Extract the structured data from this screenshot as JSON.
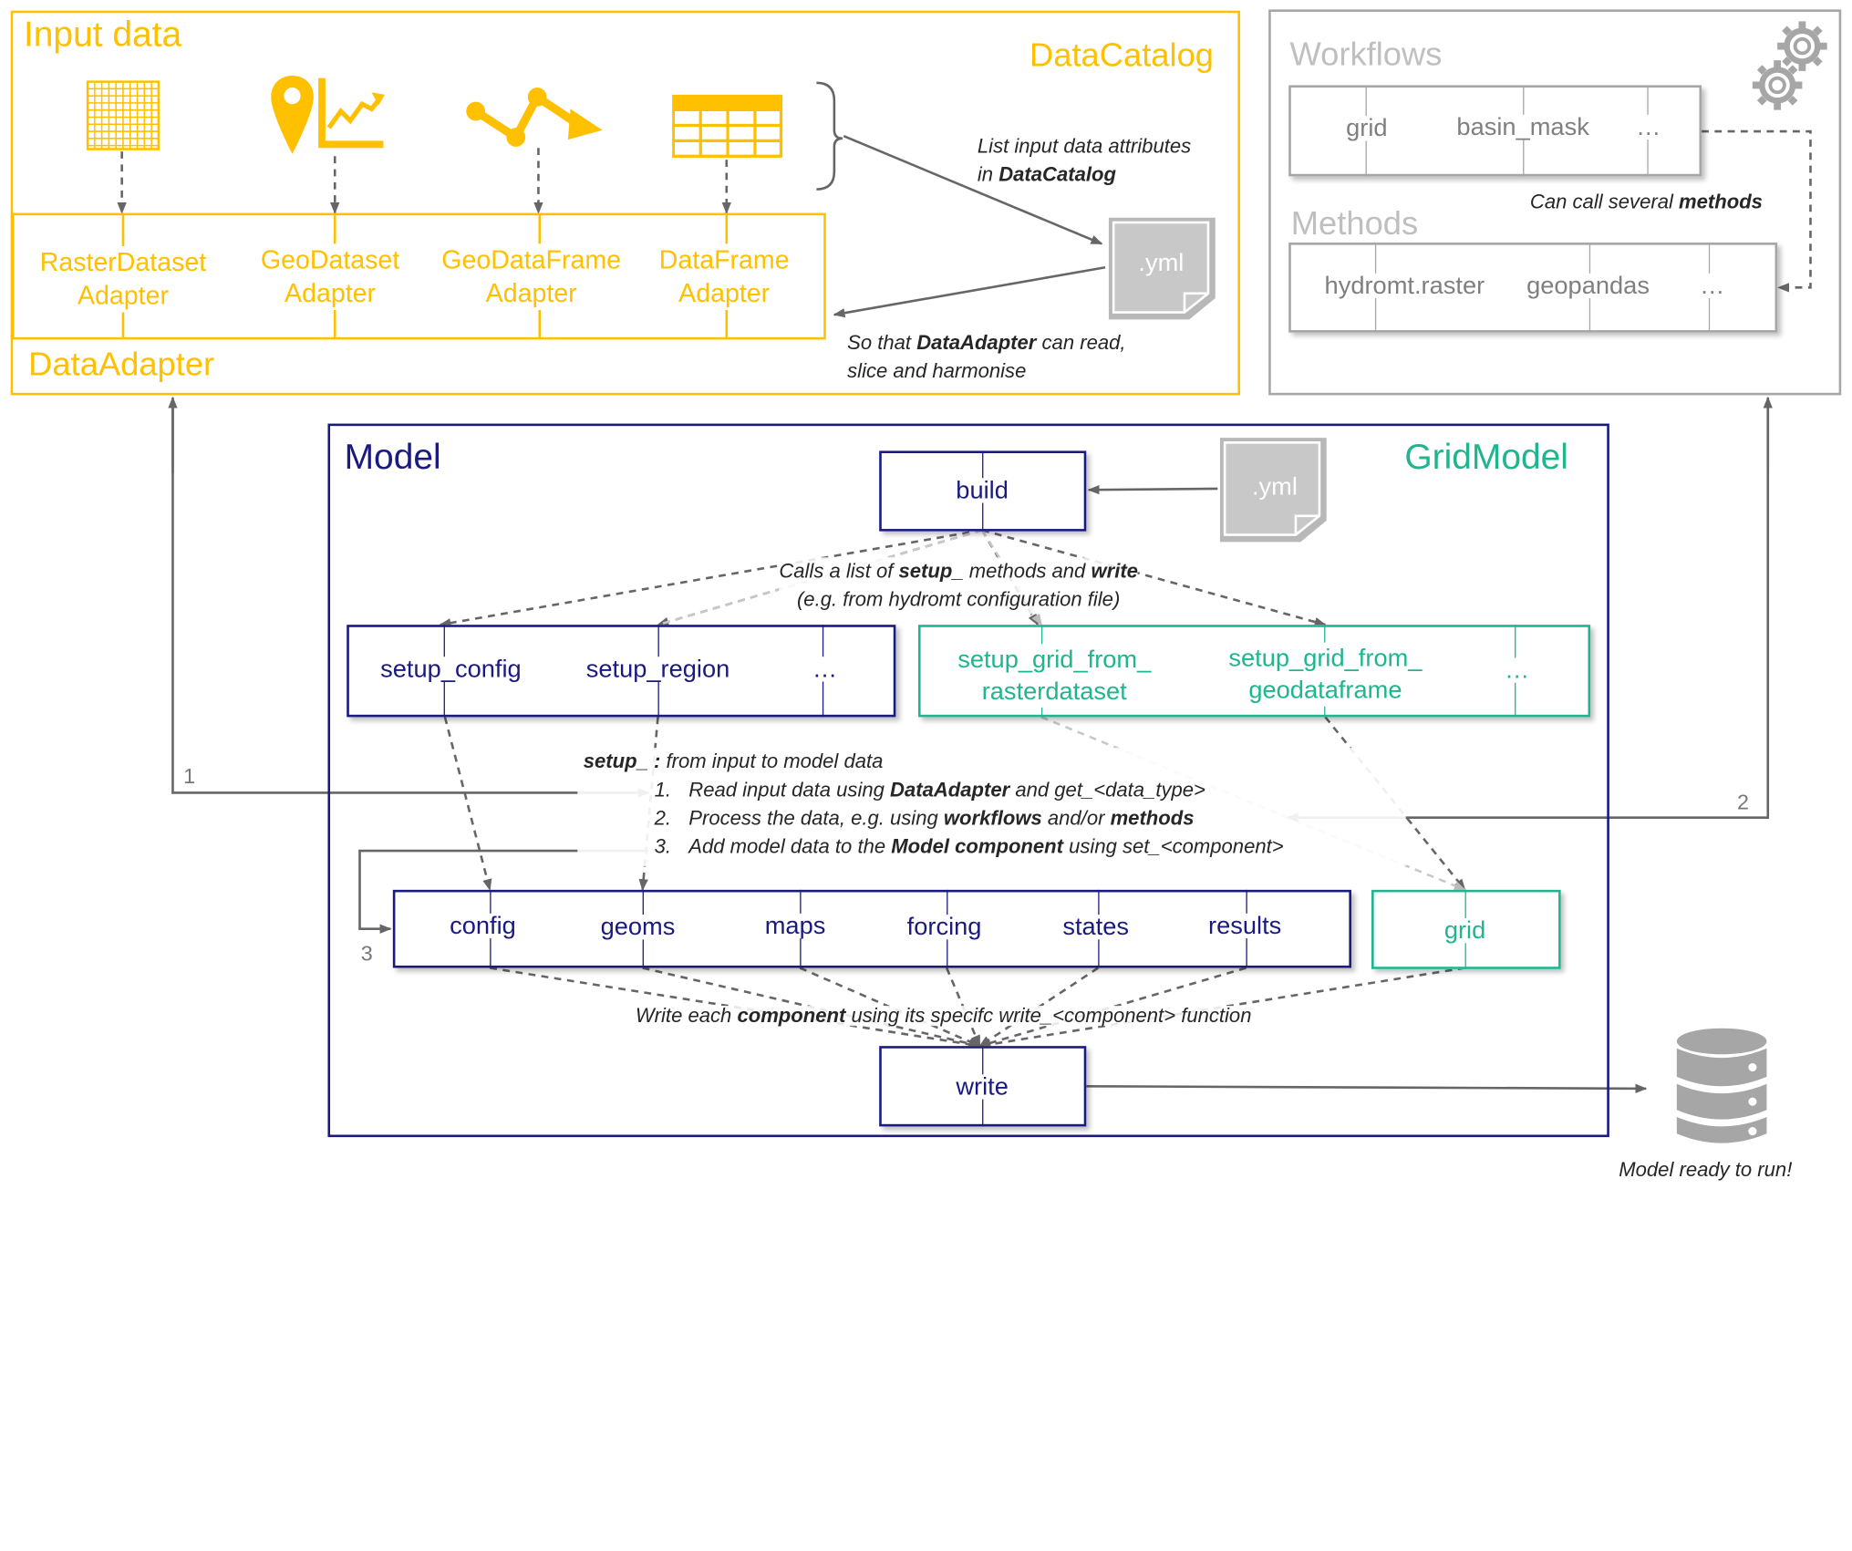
{
  "input": {
    "title": "Input data",
    "catalog_label": "DataCatalog",
    "adapter_label": "DataAdapter",
    "icons": [
      "raster-grid-icon",
      "map-pin-chart-icon",
      "vector-line-icon",
      "table-icon"
    ],
    "adapters": [
      {
        "line1": "RasterDataset",
        "line2": "Adapter"
      },
      {
        "line1": "GeoDataset",
        "line2": "Adapter"
      },
      {
        "line1": "GeoDataFrame",
        "line2": "Adapter"
      },
      {
        "line1": "DataFrame",
        "line2": "Adapter"
      }
    ],
    "yml": ".yml",
    "note_list_a": "List input data attributes",
    "note_list_b_pre": "in ",
    "note_list_b_bold": "DataCatalog",
    "note_so_pre": "So that ",
    "note_so_bold": "DataAdapter",
    "note_so_post": "  can read,",
    "note_so_line2": "slice and harmonise"
  },
  "workflows": {
    "title": "Workflows",
    "items": [
      "grid",
      "basin_mask",
      "…"
    ],
    "methods_title": "Methods",
    "method_items": [
      "hydromt.raster",
      "geopandas",
      "…"
    ],
    "note_pre": "Can call several ",
    "note_bold": "methods",
    "gear_icon": "gears-icon"
  },
  "model": {
    "title": "Model",
    "grid_title": "GridModel",
    "build": "build",
    "yml": ".yml",
    "calls_pre": "Calls a list of ",
    "calls_bold1": "setup_",
    "calls_mid": "  methods and ",
    "calls_bold2": "write",
    "calls_line2": "(e.g. from hydromt configuration file)",
    "setup_items": [
      "setup_config",
      "setup_region",
      "…"
    ],
    "grid_setup_items": [
      {
        "line1": "setup_grid_from_",
        "line2": "rasterdataset"
      },
      {
        "line1": "setup_grid_from_",
        "line2": "geodataframe"
      },
      {
        "line1": "…",
        "line2": ""
      }
    ],
    "setup_desc": {
      "head_bold": "setup_ :",
      "head_rest": " from input to model data",
      "step1_num": "1.",
      "step1_pre": "Read input data using ",
      "step1_bold": "DataAdapter",
      "step1_post": "  and get_<data_type>",
      "step2_num": "2.",
      "step2_pre": "Process the data, e.g. using ",
      "step2_bold1": "workflows",
      "step2_mid": "  and/or ",
      "step2_bold2": "methods",
      "step3_num": "3.",
      "step3_pre": "Add model data to the ",
      "step3_bold": "Model component",
      "step3_post": " using set_<component>"
    },
    "components": [
      "config",
      "geoms",
      "maps",
      "forcing",
      "states",
      "results"
    ],
    "grid_component": "grid",
    "write_note_pre": "Write each ",
    "write_note_bold": "component",
    "write_note_post": " using its specifc write_<component> function",
    "write": "write",
    "arrow_nums": [
      "1",
      "2",
      "3"
    ]
  },
  "output": {
    "db_icon": "database-icon",
    "caption": "Model ready to run!"
  },
  "colors": {
    "input": "#FFC000",
    "model": "#1A1A80",
    "gridmodel": "#1FB58F",
    "workflows": "#A6A6A6",
    "arrow": "#666666"
  }
}
